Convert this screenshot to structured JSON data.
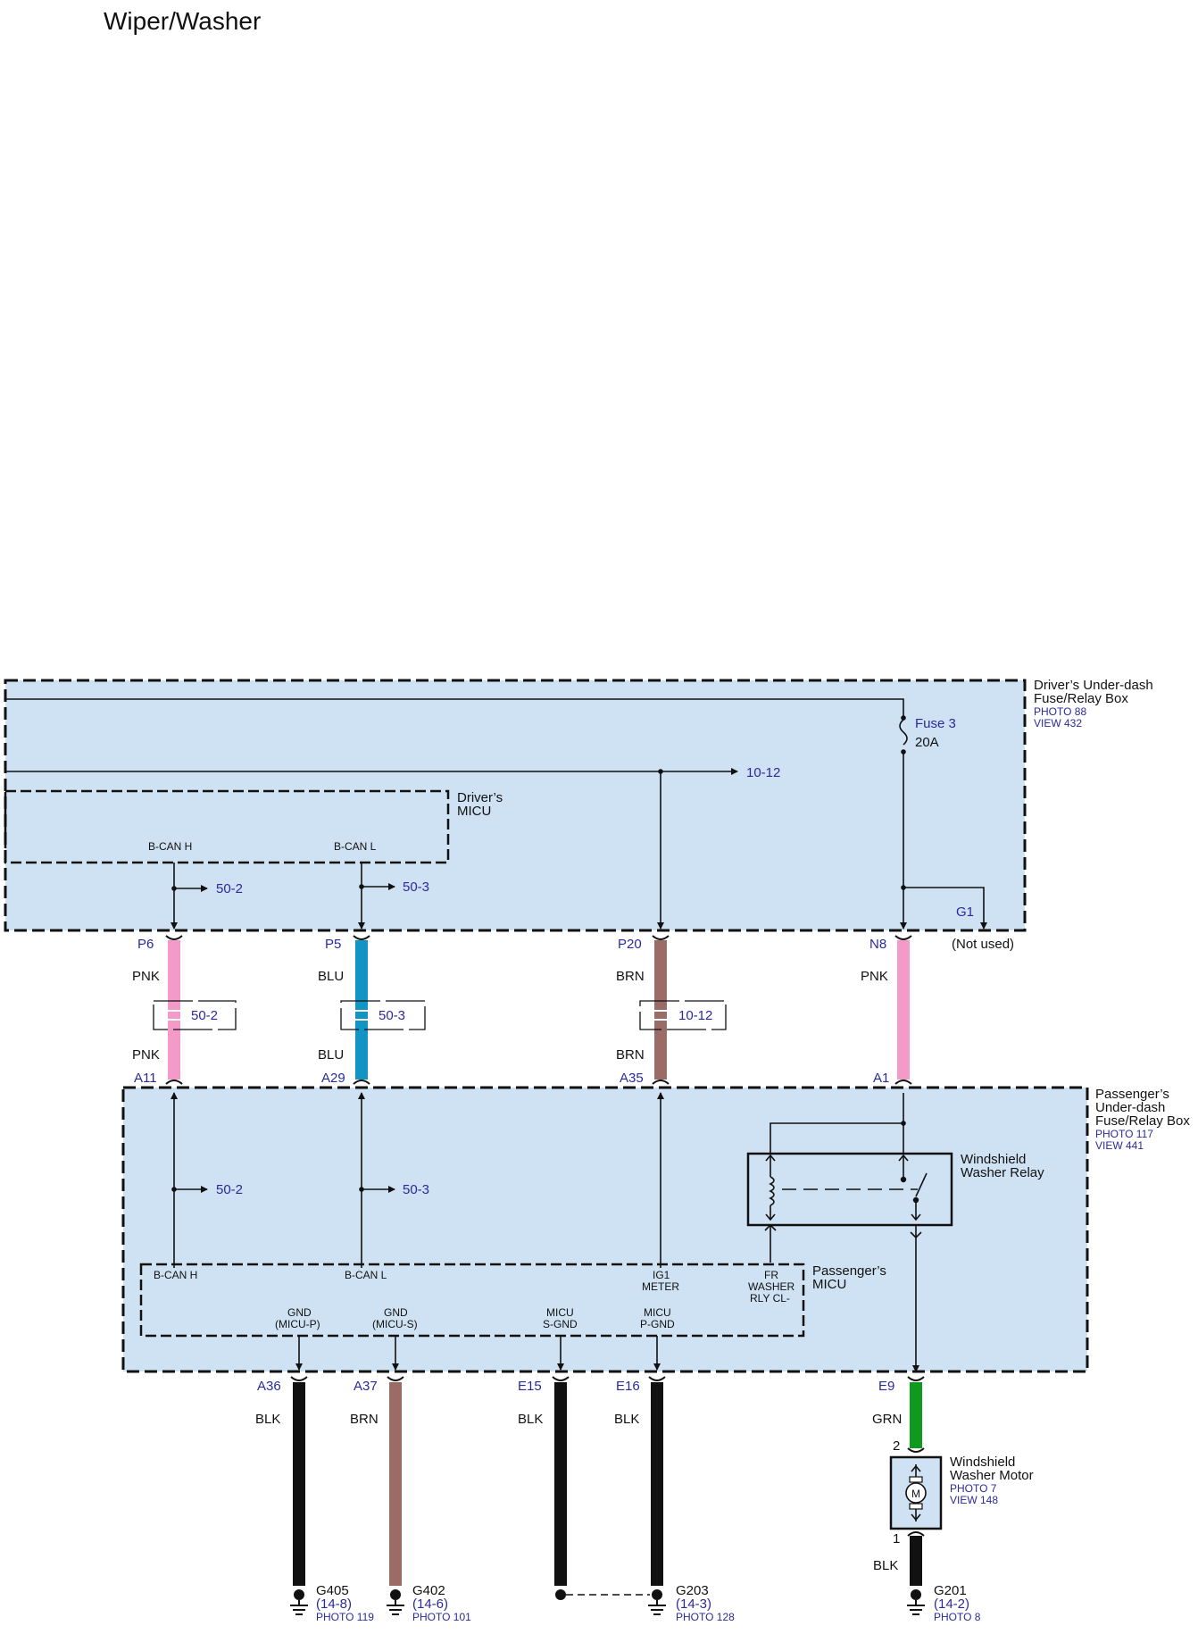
{
  "title": "Wiper/Washer",
  "colors": {
    "box_fill": "#cfe2f3",
    "pnk": "#f49ac8",
    "blu": "#1395c4",
    "brn": "#9b6b66",
    "grn": "#0f9a1e",
    "blk": "#111111",
    "ref_text": "#2a2a9a"
  },
  "drivers_box": {
    "name_line1": "Driver’s Under-dash",
    "name_line2": "Fuse/Relay Box",
    "photo": "PHOTO 88",
    "view": "VIEW 432",
    "fuse_name": "Fuse 3",
    "fuse_rating": "20A",
    "ref_10_12": "10-12",
    "micu_line1": "Driver’s",
    "micu_line2": "MICU",
    "bcan_h": "B-CAN H",
    "bcan_l": "B-CAN L",
    "ref_50_2": "50-2",
    "ref_50_3": "50-3",
    "g1": "G1",
    "not_used": "(Not used)"
  },
  "wires": [
    {
      "top_pin": "P6",
      "color": "PNK",
      "splice": "50-2",
      "bottom_pin": "A11"
    },
    {
      "top_pin": "P5",
      "color": "BLU",
      "splice": "50-3",
      "bottom_pin": "A29"
    },
    {
      "top_pin": "P20",
      "color": "BRN",
      "splice": "10-12",
      "bottom_pin": "A35"
    },
    {
      "top_pin": "N8",
      "color": "PNK",
      "splice": "",
      "bottom_pin": "A1"
    }
  ],
  "passengers_box": {
    "name_line1": "Passenger’s",
    "name_line2": "Under-dash",
    "name_line3": "Fuse/Relay Box",
    "photo": "PHOTO 117",
    "view": "VIEW 441",
    "relay_line1": "Windshield",
    "relay_line2": "Washer Relay",
    "ref_50_2": "50-2",
    "ref_50_3": "50-3",
    "micu_line1": "Passenger’s",
    "micu_line2": "MICU",
    "bcan_h": "B-CAN H",
    "bcan_l": "B-CAN L",
    "ig1_line1": "IG1",
    "ig1_line2": "METER",
    "fr_line1": "FR",
    "fr_line2": "WASHER",
    "fr_line3": "RLY CL-",
    "gnd_p_line1": "GND",
    "gnd_p_line2": "(MICU-P)",
    "gnd_s_line1": "GND",
    "gnd_s_line2": "(MICU-S)",
    "sgnd_line1": "MICU",
    "sgnd_line2": "S-GND",
    "pgnd_line1": "MICU",
    "pgnd_line2": "P-GND"
  },
  "grounds": [
    {
      "pin": "A36",
      "color": "BLK",
      "name": "G405",
      "ref": "(14-8)",
      "photo": "PHOTO 119"
    },
    {
      "pin": "A37",
      "color": "BRN",
      "name": "G402",
      "ref": "(14-6)",
      "photo": "PHOTO 101"
    },
    {
      "pin": "E15",
      "color": "BLK",
      "name": "",
      "ref": "",
      "photo": ""
    },
    {
      "pin": "E16",
      "color": "BLK",
      "name": "G203",
      "ref": "(14-3)",
      "photo": "PHOTO 128"
    }
  ],
  "motor": {
    "pin": "E9",
    "wire_color": "GRN",
    "pin_top": "2",
    "pin_bottom": "1",
    "name_line1": "Windshield",
    "name_line2": "Washer Motor",
    "photo": "PHOTO 7",
    "view": "VIEW 148",
    "symbol": "M",
    "ground_wire_color": "BLK",
    "ground_name": "G201",
    "ground_ref": "(14-2)",
    "ground_photo": "PHOTO 8"
  }
}
